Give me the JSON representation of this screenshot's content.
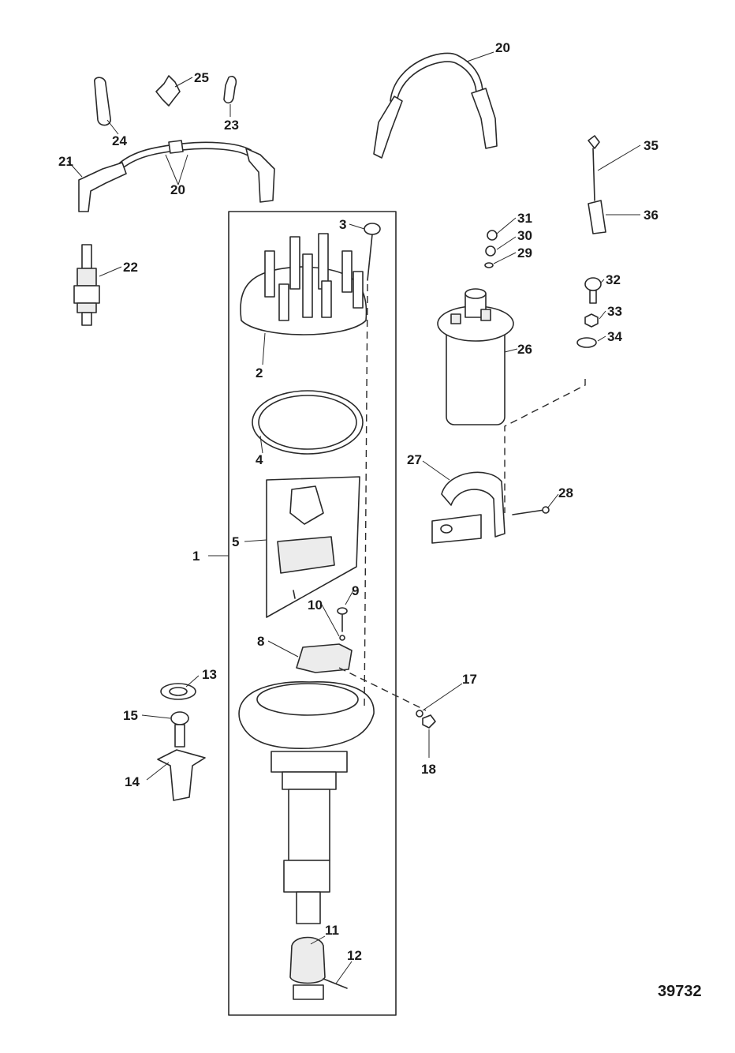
{
  "figure": {
    "id": "39732"
  },
  "callouts": [
    {
      "label": "1"
    },
    {
      "label": "2"
    },
    {
      "label": "3"
    },
    {
      "label": "4"
    },
    {
      "label": "5"
    },
    {
      "label": "8"
    },
    {
      "label": "9"
    },
    {
      "label": "10"
    },
    {
      "label": "11"
    },
    {
      "label": "12"
    },
    {
      "label": "13"
    },
    {
      "label": "14"
    },
    {
      "label": "15"
    },
    {
      "label": "17"
    },
    {
      "label": "18"
    },
    {
      "label": "20"
    },
    {
      "label": "20"
    },
    {
      "label": "21"
    },
    {
      "label": "22"
    },
    {
      "label": "23"
    },
    {
      "label": "24"
    },
    {
      "label": "25"
    },
    {
      "label": "26"
    },
    {
      "label": "27"
    },
    {
      "label": "28"
    },
    {
      "label": "29"
    },
    {
      "label": "30"
    },
    {
      "label": "31"
    },
    {
      "label": "32"
    },
    {
      "label": "33"
    },
    {
      "label": "34"
    },
    {
      "label": "35"
    },
    {
      "label": "36"
    }
  ]
}
